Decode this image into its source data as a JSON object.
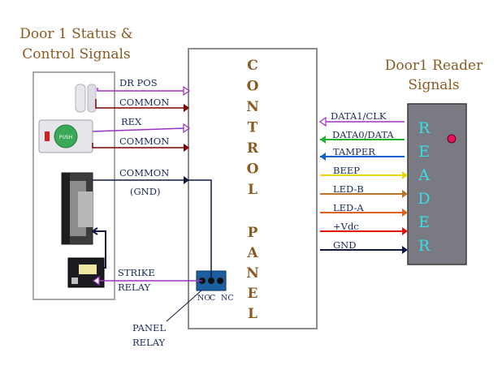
{
  "left_title": [
    "Door 1 Status &",
    "Control Signals"
  ],
  "right_title": [
    "Door1 Reader",
    "Signals"
  ],
  "panel_letters_top": [
    "C",
    "O",
    "N",
    "T",
    "R",
    "O",
    "L"
  ],
  "panel_letters_bottom": [
    "P",
    "A",
    "N",
    "E",
    "L"
  ],
  "reader_letters": [
    "R",
    "E",
    "A",
    "D",
    "E",
    "R"
  ],
  "left_signals": {
    "dr_pos": "DR POS",
    "common1": "COMMON",
    "rex": "REX",
    "common2": "COMMON",
    "common3": "COMMON",
    "gnd": "(GND)",
    "strike": "STRIKE",
    "relay": "RELAY"
  },
  "relay_terminals": [
    "NO",
    "C",
    "NC"
  ],
  "panel_relay": [
    "PANEL",
    "RELAY"
  ],
  "reader_signals": [
    "DATA1/CLK",
    "DATA0/DATA",
    "TAMPER",
    "BEEP",
    "LED-B",
    "LED-A",
    "+Vdc",
    "GND"
  ],
  "wire_colors": {
    "purple": "#9b30c8",
    "darkred": "#7a0000",
    "navy": "#101840",
    "green": "#22b030",
    "blue": "#1060d0",
    "yellow": "#e8d800",
    "brown": "#b8742a",
    "orange": "#e06020",
    "red": "#e01010"
  }
}
